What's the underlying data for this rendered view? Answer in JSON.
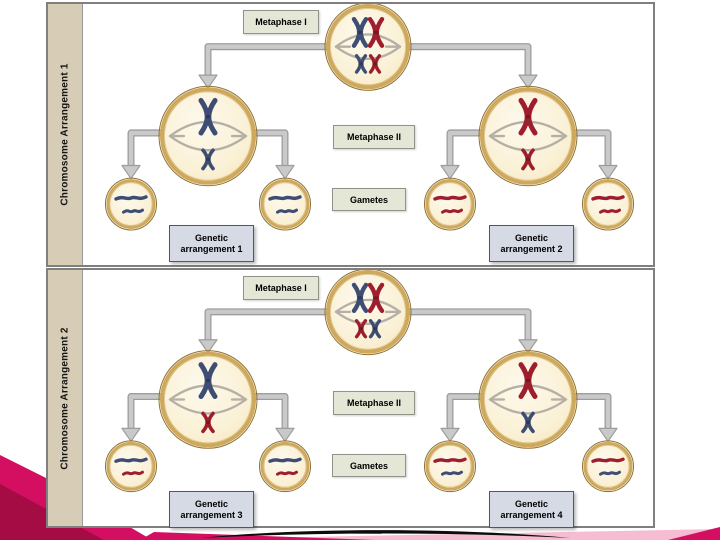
{
  "colors": {
    "chromosome_blue": "#3e4d73",
    "chromosome_red": "#9e1e2d",
    "cell_fill": "#faf0d4",
    "cell_ring": "#cfa95b",
    "spindle": "#b5afa6",
    "connector": "#c9c9c9",
    "connector_outline": "#9d9d9d",
    "phase_label_bg": "#e4e7d5",
    "arrangement_label_bg": "#d5dae4",
    "sidebar_bg": "#d7cdb7",
    "panel_border": "#7f7f7f",
    "accent_magenta": "#d40f62",
    "accent_crimson": "#a50c44",
    "accent_pink": "#f5bcd2",
    "accent_black": "#0c0c0c"
  },
  "panels": [
    {
      "sidebar_label": "Chromosome Arrangement 1",
      "labels": {
        "metaphase1": "Metaphase I",
        "metaphase2": "Metaphase II",
        "gametes": "Gametes",
        "arrangement_left": "Genetic arrangement 1",
        "arrangement_right": "Genetic arrangement 2"
      },
      "metaphase1_cell": {
        "top_left": "blue",
        "top_right": "red",
        "bottom_left": "blue",
        "bottom_right": "red"
      },
      "metaphase2_cells": [
        {
          "large": "blue",
          "small": "blue"
        },
        {
          "large": "red",
          "small": "red"
        }
      ],
      "gametes": [
        {
          "large": "blue",
          "small": "blue"
        },
        {
          "large": "blue",
          "small": "blue"
        },
        {
          "large": "red",
          "small": "red"
        },
        {
          "large": "red",
          "small": "red"
        }
      ]
    },
    {
      "sidebar_label": "Chromosome Arrangement 2",
      "labels": {
        "metaphase1": "Metaphase I",
        "metaphase2": "Metaphase II",
        "gametes": "Gametes",
        "arrangement_left": "Genetic arrangement 3",
        "arrangement_right": "Genetic arrangement 4"
      },
      "metaphase1_cell": {
        "top_left": "blue",
        "top_right": "red",
        "bottom_left": "red",
        "bottom_right": "blue"
      },
      "metaphase2_cells": [
        {
          "large": "blue",
          "small": "red"
        },
        {
          "large": "red",
          "small": "blue"
        }
      ],
      "gametes": [
        {
          "large": "blue",
          "small": "red"
        },
        {
          "large": "blue",
          "small": "red"
        },
        {
          "large": "red",
          "small": "blue"
        },
        {
          "large": "red",
          "small": "blue"
        }
      ]
    }
  ]
}
